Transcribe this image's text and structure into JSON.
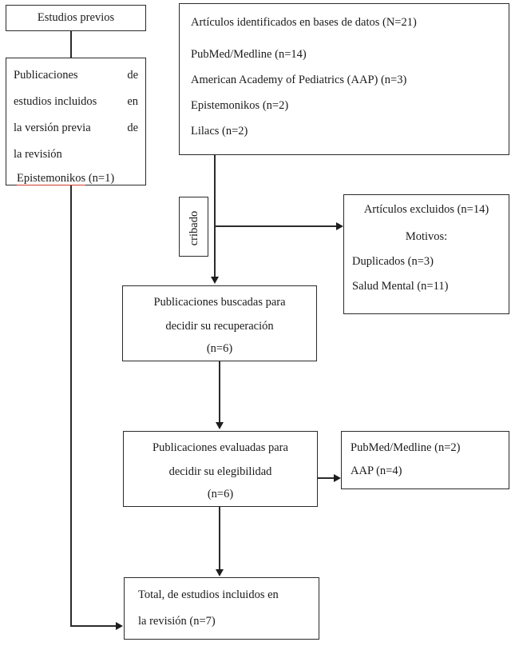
{
  "diagram": {
    "title": "PRISMA flow diagram - Estudios previos y seleccion de articulos",
    "language": "es",
    "stroke_color": "#2a2a2a",
    "text_color": "#1a1a1a",
    "spellcheck_underline_color": "#d23b2f",
    "background": "#ffffff"
  },
  "boxes": {
    "previous_studies": {
      "label": "Estudios previos"
    },
    "previous_publications": {
      "lines": [
        {
          "left": "Publicaciones",
          "right": "de"
        },
        {
          "left": "estudios  incluidos",
          "right": "en"
        },
        {
          "left": "la  versión  previa",
          "right": "de"
        },
        {
          "left": "la revisión",
          "right": ""
        }
      ],
      "last_line": "Epistemonikos (n=1)",
      "last_line_spellcheck_word": "Epistemonikos"
    },
    "identified_records": {
      "heading": "Artículos identificados en bases de datos (N=21)",
      "sources": [
        "PubMed/Medline (n=14)",
        "American Academy of Pediatrics (AAP) (n=3)",
        "Epistemonikos (n=2)",
        "Lilacs (n=2)"
      ]
    },
    "screening_label": {
      "label": "cribado"
    },
    "excluded_records": {
      "heading": "Artículos excluidos (n=14)",
      "reasons_title": "Motivos:",
      "reasons": [
        "Duplicados (n=3)",
        "Salud Mental (n=11)"
      ]
    },
    "sought_retrieval": {
      "lines": [
        "Publicaciones buscadas para",
        "decidir su recuperación",
        "(n=6)"
      ]
    },
    "assessed_eligibility": {
      "lines": [
        "Publicaciones evaluadas para",
        "decidir su elegibilidad",
        "(n=6)"
      ]
    },
    "eligibility_sources": {
      "lines": [
        "PubMed/Medline (n=2)",
        "AAP (n=4)"
      ]
    },
    "total_included": {
      "lines": [
        "Total, de estudios incluidos en",
        "la revisión (n=7)"
      ]
    }
  }
}
